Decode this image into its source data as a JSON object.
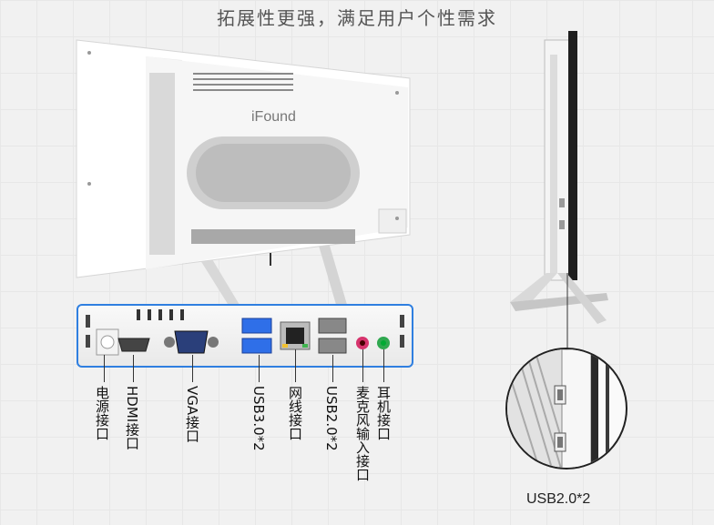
{
  "headline": "拓展性更强，满足用户个性需求",
  "brand": "iFound",
  "ports": [
    {
      "label": "电源接口"
    },
    {
      "label": "HDMI接口"
    },
    {
      "label": "VGA接口"
    },
    {
      "label": "USB3.0*2"
    },
    {
      "label": "网线接口"
    },
    {
      "label": "USB2.0*2"
    },
    {
      "label": "麦克风输入接口"
    },
    {
      "label": "耳机接口"
    }
  ],
  "side_caption": "USB2.0*2",
  "colors": {
    "panel_border": "#2f7fe0",
    "usb3_blue": "#2f6fe8",
    "mic_pink": "#d6336c",
    "headphone_green": "#2fa84f"
  }
}
